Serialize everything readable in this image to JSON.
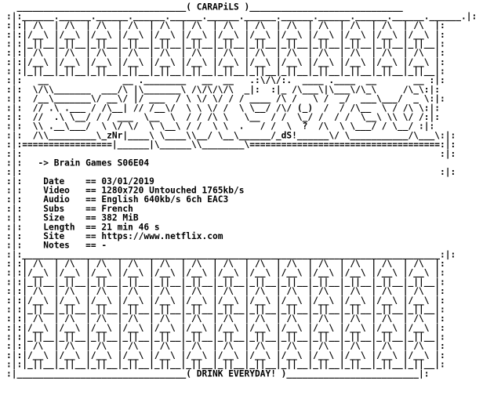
{
  "group_name": "( CARAPiLS )",
  "footer_slogan": "( DRINK EVERYDAY! )",
  "release_title": "-> Brain Games S06E04",
  "fields": [
    {
      "label": "Date",
      "value": "03/01/2019"
    },
    {
      "label": "Video",
      "value": "1280x720 Untouched 1765kb/s"
    },
    {
      "label": "Audio",
      "value": "English 640kb/s 6ch EAC3"
    },
    {
      "label": "Subs",
      "value": "French"
    },
    {
      "label": "Size",
      "value": "382 MiB"
    },
    {
      "label": "Length",
      "value": "21 min 46 s"
    },
    {
      "label": "Site",
      "value": "https://www.netflix.com"
    },
    {
      "label": "Notes",
      "value": "-"
    }
  ],
  "logo_signatures": [
    "zNr",
    "dS!"
  ]
}
